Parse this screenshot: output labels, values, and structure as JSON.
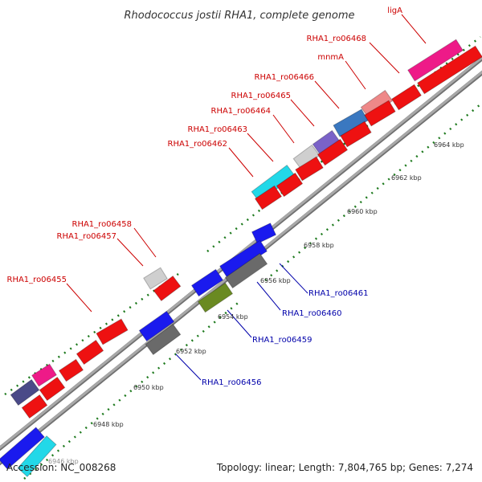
{
  "title": "Rhodococcus jostii RHA1, complete genome",
  "accession": "Accession: NC_008268",
  "topology": "Topology: linear; Length: 7,804,765 bp; Genes: 7,274",
  "colors": {
    "forward_label": "#cc0000",
    "reverse_label": "#0000aa",
    "backbone": "#9a9a9a",
    "tick_marks": "#1e7a1e",
    "red": "#ee1111",
    "blue": "#1a1aee",
    "navy": "#4a4a88",
    "dark_gray": "#6a6a6a",
    "light_gray": "#cfcfcf",
    "magenta": "#ee1a88",
    "cyan": "#22d8e8",
    "steel_blue": "#3a78c0",
    "purple": "#7a62c8",
    "salmon": "#ee8888",
    "olive": "#6a8a22"
  },
  "ticks": [
    "6948 kbp",
    "6950 kbp",
    "6952 kbp",
    "6954 kbp",
    "6956 kbp",
    "6958 kbp",
    "6960 kbp",
    "6962 kbp",
    "6964 kbp",
    "6946 kbp"
  ],
  "labels": {
    "forward": [
      "ligA",
      "RHA1_ro06468",
      "mnmA",
      "RHA1_ro06466",
      "RHA1_ro06465",
      "RHA1_ro06464",
      "RHA1_ro06463",
      "RHA1_ro06462",
      "RHA1_ro06458",
      "RHA1_ro06457",
      "RHA1_ro06455"
    ],
    "reverse": [
      "RHA1_ro06461",
      "RHA1_ro06460",
      "RHA1_ro06459",
      "RHA1_ro06456"
    ]
  }
}
